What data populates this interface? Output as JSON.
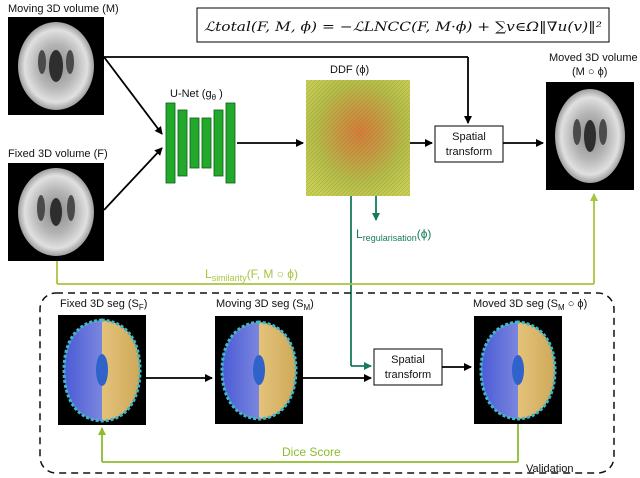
{
  "formula": "ℒtotal(F, M, ϕ) = −ℒLNCC(F, M·ϕ) + ∑v∈Ω‖∇u(v)‖²",
  "labels": {
    "moving_volume": "Moving 3D volume (M)",
    "fixed_volume": "Fixed 3D volume (F)",
    "unet_main": "U-Net (g",
    "unet_sub": "θ",
    "unet_close": " )",
    "ddf": "DDF (ϕ)",
    "moved_volume_line1": "Moved 3D volume",
    "moved_volume_line2": "(M ○ ϕ)",
    "spatial_line1": "Spatial",
    "spatial_line2": "transform",
    "reg_main": "L",
    "reg_sub": "regularisation",
    "reg_tail": "(ϕ)",
    "sim_main": "L",
    "sim_sub": "similarity",
    "sim_tail": "(F, M ○ ϕ)",
    "fixed_seg_main": "Fixed 3D seg (S",
    "fixed_seg_sub": "F",
    "fixed_seg_tail": ")",
    "moving_seg_main": "Moving 3D seg (S",
    "moving_seg_sub": "M",
    "moving_seg_tail": ")",
    "moved_seg_main": "Moved 3D seg (S",
    "moved_seg_sub": "M",
    "moved_seg_tail": " ○ ϕ)",
    "dice_score": "Dice Score",
    "validation": "Validation"
  },
  "colors": {
    "unet": "#22a82b",
    "regularisation": "#177a5e",
    "similarity": "#a8c440",
    "dice": "#8cbc2c"
  }
}
